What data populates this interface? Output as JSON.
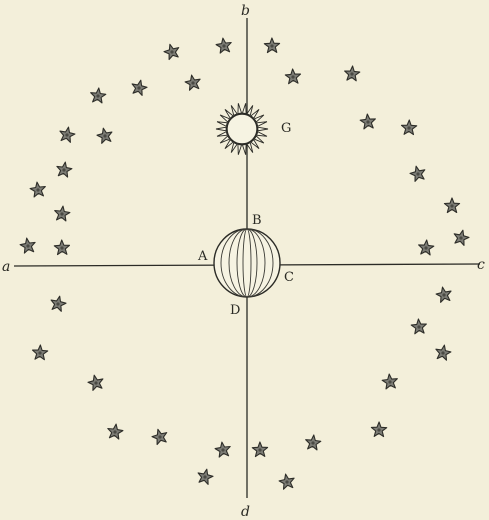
{
  "diagram": {
    "labels": {
      "axis_top": "b",
      "axis_left": "a",
      "axis_right": "c",
      "axis_bottom": "d",
      "sun": "G",
      "earth_top": "B",
      "earth_left": "A",
      "earth_right": "C",
      "earth_bottom": "D"
    },
    "icons": {
      "sun": "sun-icon",
      "earth": "globe-icon",
      "star": "star-icon"
    },
    "colors": {
      "paper": "#f3efda",
      "ink": "#2b2b26",
      "star_fill": "#7d7d76"
    }
  }
}
